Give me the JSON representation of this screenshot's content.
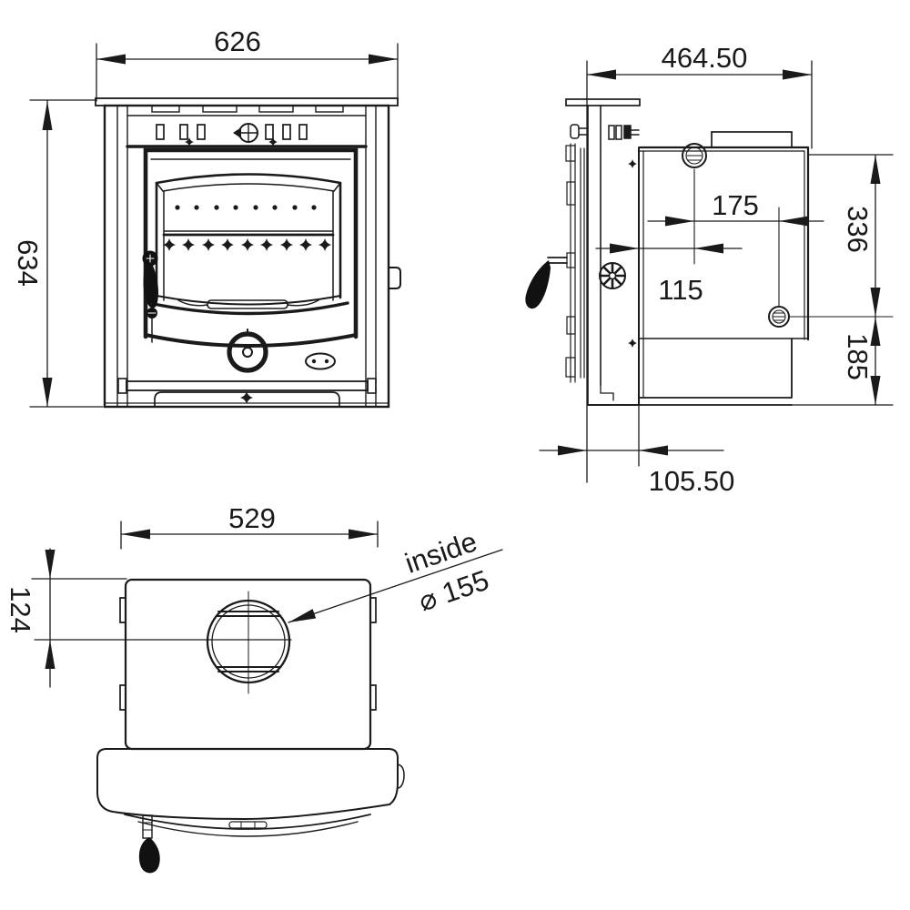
{
  "drawing_title": "stove-insert-technical-drawing",
  "colors": {
    "background": "#ffffff",
    "line": "#1a1a1a"
  },
  "views": {
    "front": {
      "width": "626",
      "height": "634"
    },
    "side": {
      "overall_depth": "464.50",
      "flue_centre_spacing": "175",
      "front_to_flue_centre": "115",
      "top_to_tapping": "336",
      "tapping_to_base": "185",
      "frame_to_body": "105.50"
    },
    "top": {
      "width": "529",
      "edge_to_flue_centre": "124",
      "flue_note_line1": "inside",
      "flue_note_line2": "⌀ 155"
    }
  }
}
